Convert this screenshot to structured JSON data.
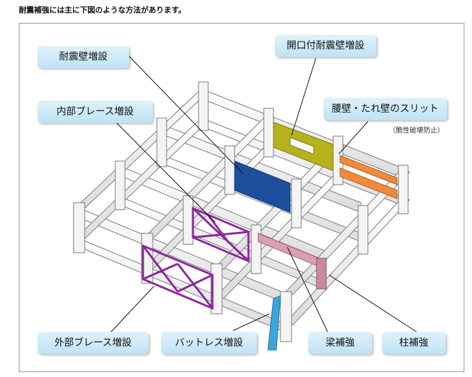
{
  "heading": "耐震補強には主に下図のような方法があります。",
  "labels": {
    "shear_wall": "耐震壁増設",
    "opening_wall": "開口付耐震壁増設",
    "slit": "腰壁・たれ壁のスリット",
    "slit_note": "（脆性破壊防止）",
    "inner_brace": "内部ブレース増設",
    "outer_brace": "外部ブレース増設",
    "buttress": "バットレス増設",
    "beam": "梁補強",
    "column": "柱補強"
  },
  "colors": {
    "frame": "#f2f2f2",
    "frame_stroke": "#777777",
    "shear_wall": "#1e4f9c",
    "opening_wall": "#b5b21e",
    "slit": "#f08a3c",
    "brace": "#8a2a9a",
    "beam": "#d9a0b0",
    "column": "#c98aa0",
    "buttress": "#3aa7dc",
    "label_bg": "#cfeaf7"
  }
}
